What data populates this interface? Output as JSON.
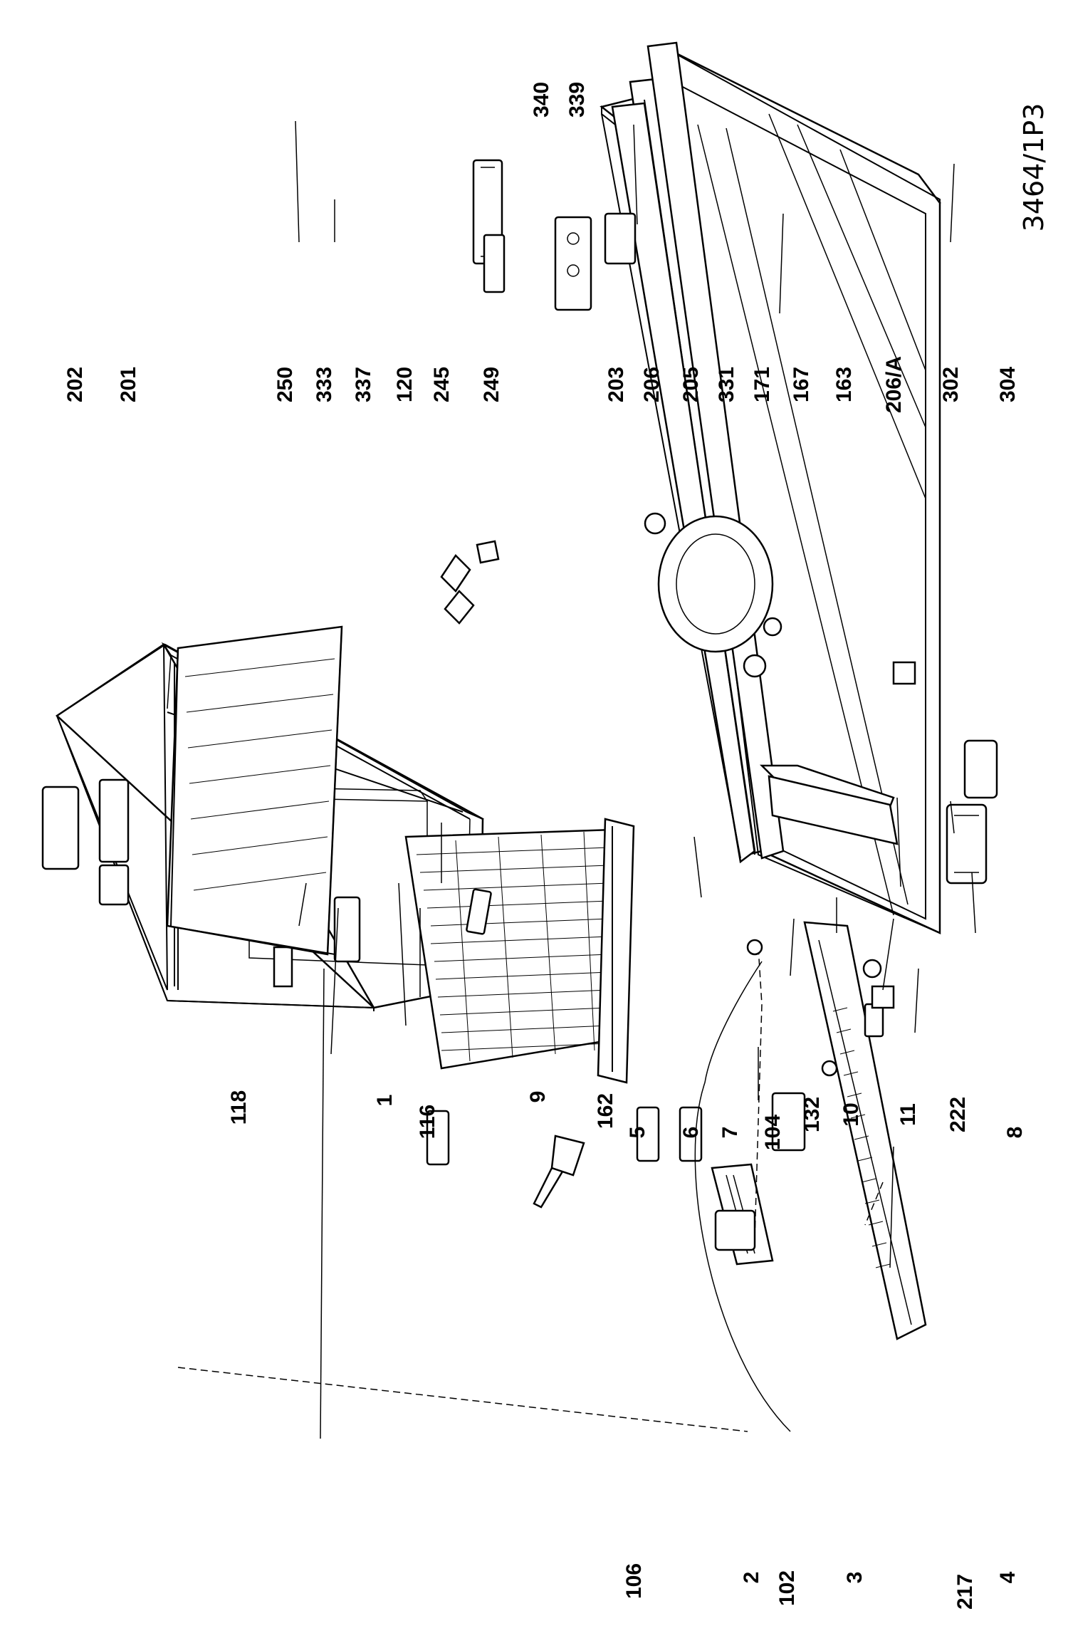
{
  "drawing_code": "3464/1P3",
  "callouts": [
    "202",
    "201",
    "250",
    "333",
    "337",
    "120",
    "245",
    "249",
    "203",
    "206",
    "205",
    "331",
    "171",
    "167",
    "163",
    "206/A",
    "302",
    "304",
    "340",
    "339",
    "118",
    "1",
    "116",
    "9",
    "162",
    "5",
    "6",
    "7",
    "104",
    "132",
    "10",
    "11",
    "222",
    "8",
    "106",
    "2",
    "102",
    "3",
    "217",
    "4"
  ]
}
